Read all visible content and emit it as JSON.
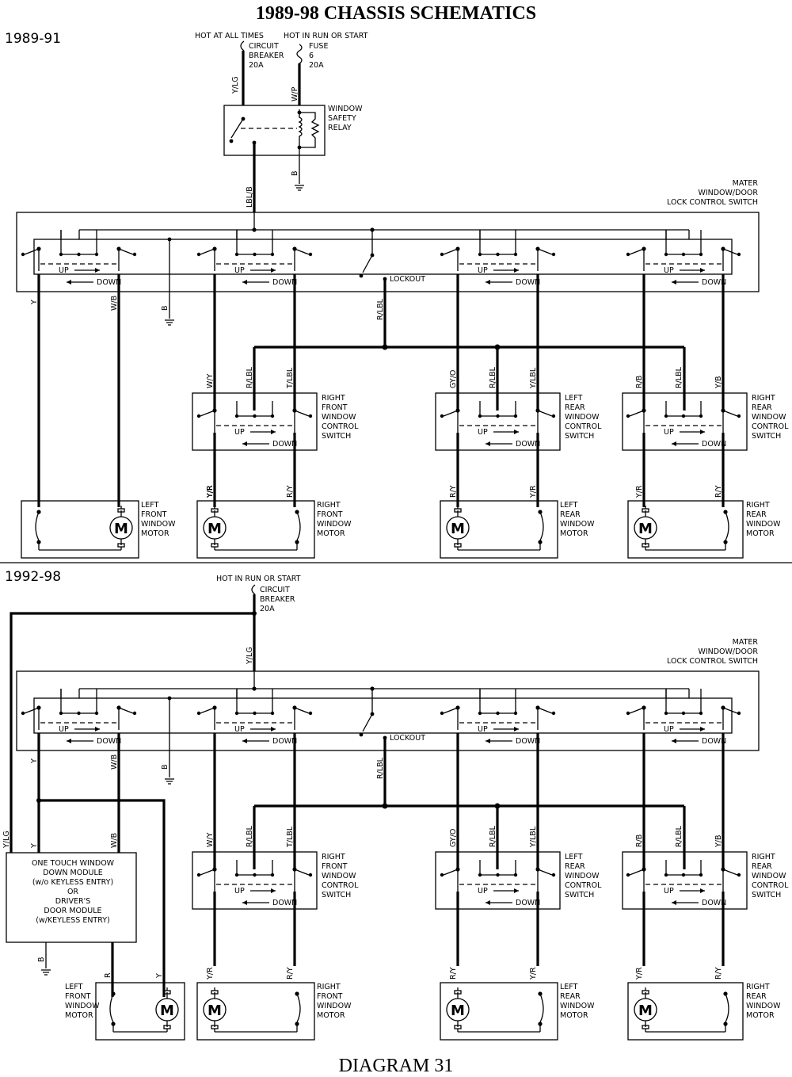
{
  "title": "1989-98 CHASSIS SCHEMATICS",
  "footer": "DIAGRAM 31",
  "section1": {
    "year": "1989-91",
    "hot_all_times": "HOT AT ALL TIMES",
    "hot_run_start": "HOT IN RUN OR START",
    "breaker": [
      "CIRCUIT",
      "BREAKER",
      "20A"
    ],
    "fuse": [
      "FUSE",
      "6",
      "20A"
    ],
    "relay": [
      "WINDOW",
      "SAFETY",
      "RELAY"
    ],
    "master": [
      "MATER",
      "WINDOW/DOOR",
      "LOCK CONTROL SWITCH"
    ],
    "wires": {
      "ylg": "Y/LG",
      "wp": "W/P",
      "b_relay": "B",
      "lblb": "LBL/B",
      "y": "Y",
      "wb": "W/B",
      "b": "B",
      "rlbl": "R/LBL"
    }
  },
  "section2": {
    "year": "1992-98",
    "hot_run_start": "HOT IN RUN OR START",
    "breaker": [
      "CIRCUIT",
      "BREAKER",
      "20A"
    ],
    "master": [
      "MATER",
      "WINDOW/DOOR",
      "LOCK CONTROL SWITCH"
    ],
    "module": [
      "ONE TOUCH WINDOW",
      "DOWN MODULE",
      "(w/o KEYLESS ENTRY)",
      "OR",
      "DRIVER'S",
      "DOOR MODULE",
      "(w/KEYLESS ENTRY)"
    ],
    "wires": {
      "ylg": "Y/LG",
      "ylg_left": "Y/LG",
      "y": "Y",
      "wb": "W/B",
      "b": "B",
      "rlbl": "R/LBL",
      "y_mod": "Y",
      "wb_mod": "W/B",
      "b_mod": "B",
      "r_motor": "R",
      "y_motor": "Y"
    }
  },
  "common": {
    "up": "UP",
    "down": "DOWN",
    "lockout": "LOCKOUT",
    "motor_symbol": "M",
    "switches": [
      {
        "name": [
          "RIGHT",
          "FRONT",
          "WINDOW",
          "CONTROL",
          "SWITCH"
        ],
        "wires": [
          "W/Y",
          "R/LBL",
          "T/LBL"
        ]
      },
      {
        "name": [
          "LEFT",
          "REAR",
          "WINDOW",
          "CONTROL",
          "SWITCH"
        ],
        "wires": [
          "GY/O",
          "R/LBL",
          "Y/LBL"
        ]
      },
      {
        "name": [
          "RIGHT",
          "REAR",
          "WINDOW",
          "CONTROL",
          "SWITCH"
        ],
        "wires": [
          "R/B",
          "R/LBL",
          "Y/B"
        ]
      }
    ],
    "motors": [
      {
        "name": [
          "LEFT",
          "FRONT",
          "WINDOW",
          "MOTOR"
        ]
      },
      {
        "name": [
          "RIGHT",
          "FRONT",
          "WINDOW",
          "MOTOR"
        ],
        "wires": [
          "Y/R",
          "R/Y"
        ]
      },
      {
        "name": [
          "LEFT",
          "REAR",
          "WINDOW",
          "MOTOR"
        ],
        "wires": [
          "R/Y",
          "Y/R"
        ]
      },
      {
        "name": [
          "RIGHT",
          "REAR",
          "WINDOW",
          "MOTOR"
        ],
        "wires": [
          "Y/R",
          "R/Y"
        ]
      }
    ]
  }
}
